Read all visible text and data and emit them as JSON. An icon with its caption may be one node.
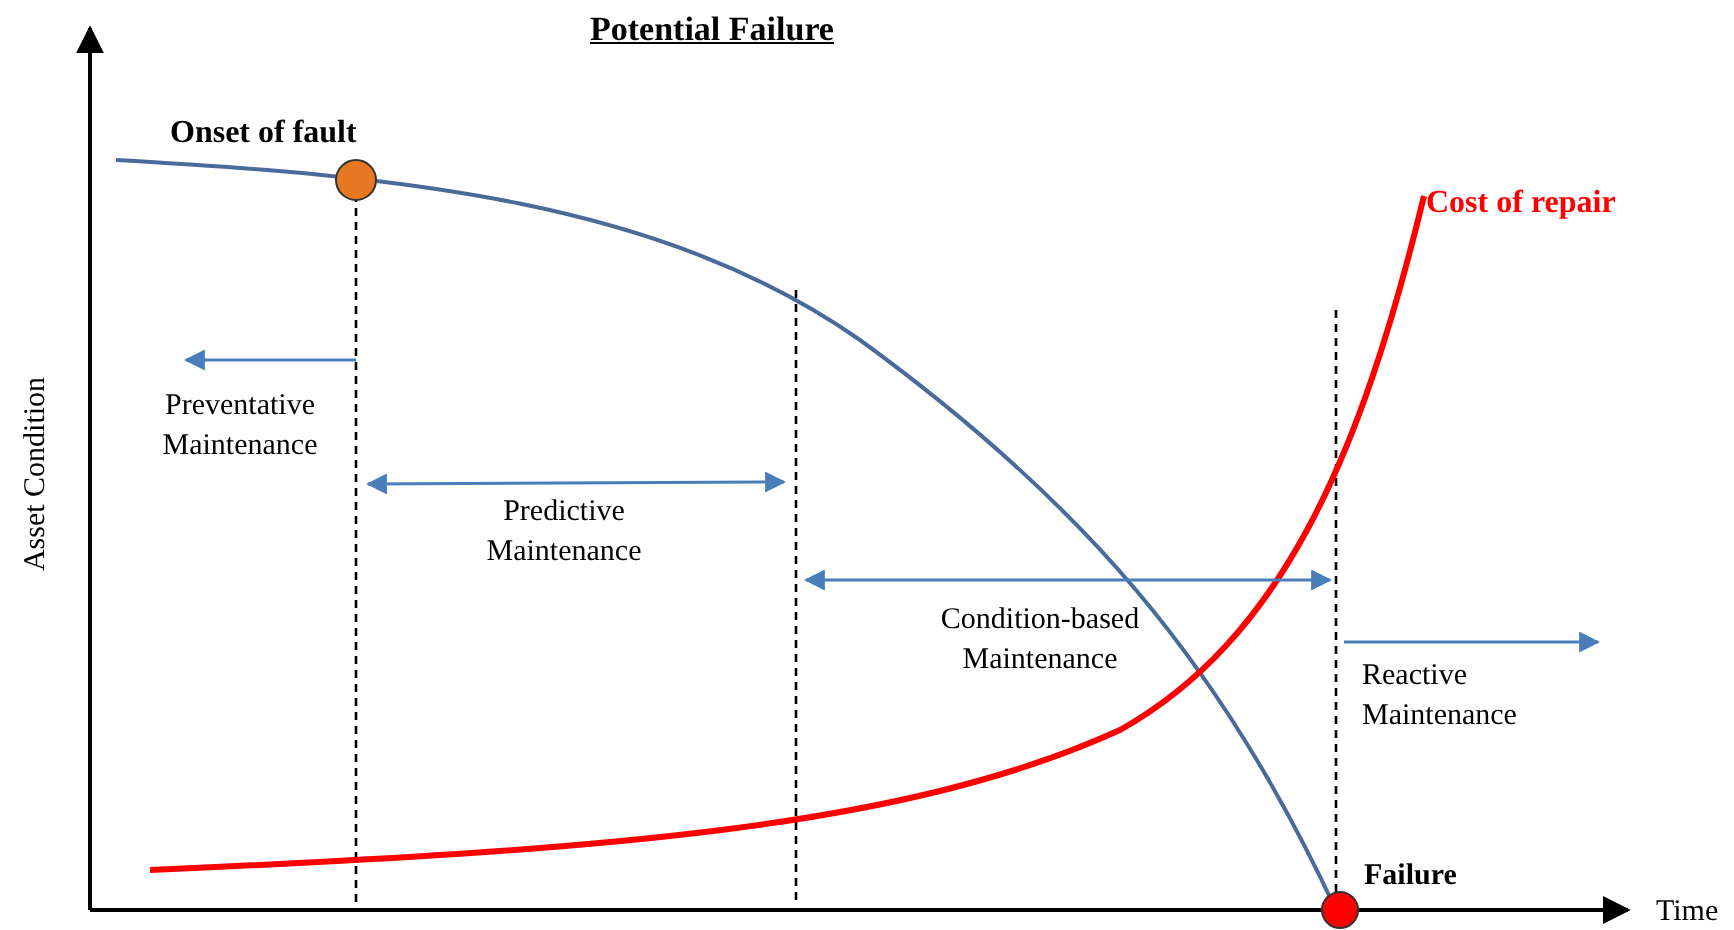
{
  "diagram": {
    "title": "Potential Failure",
    "labels": [
      "Onset of fault",
      "Cost of repair",
      "Preventative Maintenance",
      "Predictive Maintenance",
      "Condition-based Maintenance",
      "Reactive Maintenance",
      "Asset Condition",
      "Failure",
      "Time"
    ]
  }
}
